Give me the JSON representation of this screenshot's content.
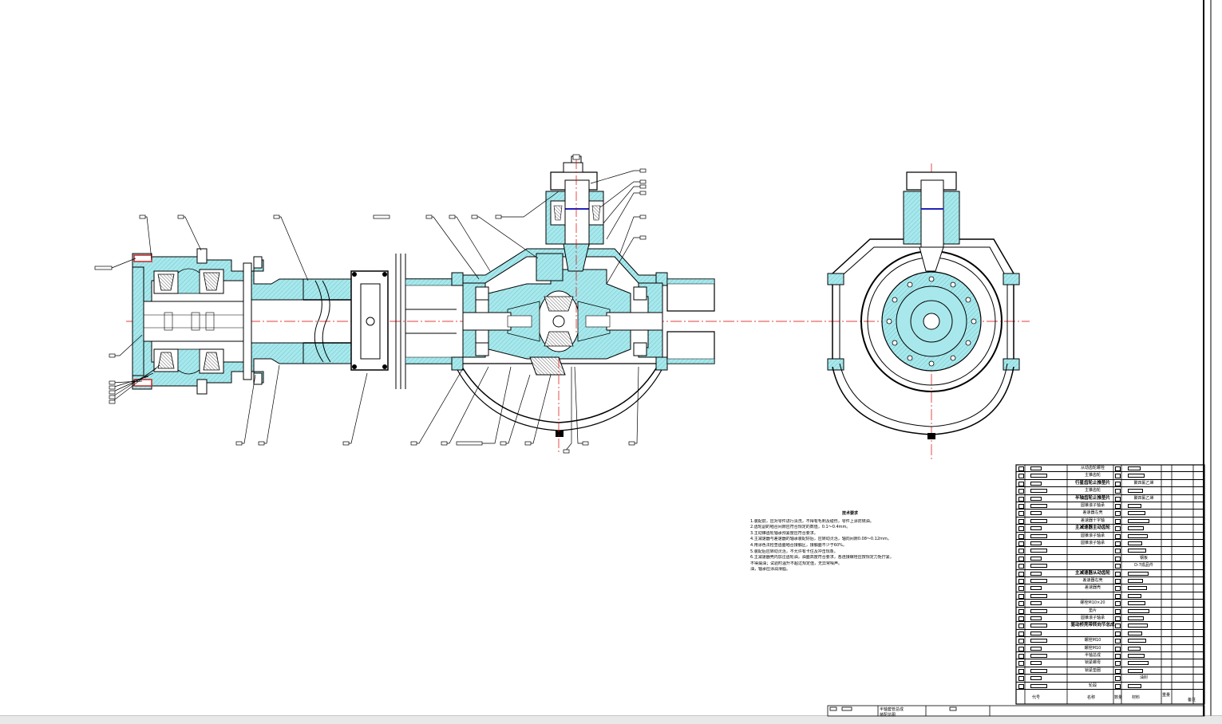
{
  "technical_notes": {
    "title": "技术要求",
    "lines": [
      "1.装配前，应对零件进行清洗，不得有毛刺及碰伤，零件上涂防锈油。",
      "2.齿轮副的啮合间隙应符合规定的数值，0.1～0.4mm。",
      "3.主动锥齿轮轴承预紧度应符合要求。",
      "4.主减速器与差速器的轴承装配好后，应转动灵活，轴向间隙0.08～0.12mm。",
      "4.用涂色法检查齿面啮合接触区，接触面不少于60%。",
      "5.装配后应转动灵活，不允许有卡住及冲击现象。",
      "6.主减速器壳内加注齿轮油，油面高度符合要求，各连接螺栓应按规定力矩拧紧，",
      "不得漏油；试验时温升不超过规定值，无异常噪声。",
      "油，轴承应涂润滑脂。"
    ]
  },
  "bom": {
    "rows": [
      {
        "name": "从动齿轮螺栓",
        "bold": false,
        "material": ""
      },
      {
        "name": "主锥齿轮",
        "bold": false,
        "material": ""
      },
      {
        "name": "行星齿轮止推垫片",
        "bold": true,
        "material": "聚四氟乙烯"
      },
      {
        "name": "主锥齿轮",
        "bold": false,
        "material": ""
      },
      {
        "name": "半轴齿轮止推垫片",
        "bold": true,
        "material": "聚四氟乙烯"
      },
      {
        "name": "圆锥滚子轴承",
        "bold": false,
        "material": ""
      },
      {
        "name": "差速器左壳",
        "bold": false,
        "material": ""
      },
      {
        "name": "差速器十字轴",
        "bold": false,
        "material": ""
      },
      {
        "name": "主减速器主动齿轮",
        "bold": true,
        "material": ""
      },
      {
        "name": "圆锥滚子轴承",
        "bold": false,
        "material": ""
      },
      {
        "name": "圆锥滚子轴承",
        "bold": false,
        "material": ""
      },
      {
        "name": "",
        "bold": false,
        "material": ""
      },
      {
        "name": "",
        "bold": false,
        "material": "钢板"
      },
      {
        "name": "",
        "bold": false,
        "material": "D-7成品件"
      },
      {
        "name": "主减速器从动齿轮",
        "bold": true,
        "material": ""
      },
      {
        "name": "差速器右壳",
        "bold": false,
        "material": ""
      },
      {
        "name": "差速器壳",
        "bold": false,
        "material": ""
      },
      {
        "name": "",
        "bold": false,
        "material": ""
      },
      {
        "name": "螺栓M10×20",
        "bold": false,
        "material": ""
      },
      {
        "name": "垫片",
        "bold": false,
        "material": ""
      },
      {
        "name": "圆锥滚子轴承",
        "bold": false,
        "material": ""
      },
      {
        "name": "驱动桥壳带转向节总成",
        "bold": true,
        "material": ""
      },
      {
        "name": "",
        "bold": false,
        "material": ""
      },
      {
        "name": "螺栓M10",
        "bold": false,
        "material": ""
      },
      {
        "name": "螺栓M10",
        "bold": false,
        "material": ""
      },
      {
        "name": "半轴总成",
        "bold": false,
        "material": ""
      },
      {
        "name": "锁紧螺母",
        "bold": false,
        "material": ""
      },
      {
        "name": "锁紧垫圈",
        "bold": false,
        "material": ""
      },
      {
        "name": "",
        "bold": false,
        "material": "油封"
      },
      {
        "name": "轮毂",
        "bold": false,
        "material": ""
      }
    ],
    "header": {
      "code": "代号",
      "name": "名称",
      "qty": "数量",
      "material": "材料",
      "weight": "重量",
      "note": "备注"
    }
  },
  "title_block": {
    "assembly": "半轴套管总成",
    "sub": "装配总图"
  },
  "colors": {
    "section_fill": "#a8e8ec",
    "centerline": "#dd0000",
    "line": "#000000"
  }
}
